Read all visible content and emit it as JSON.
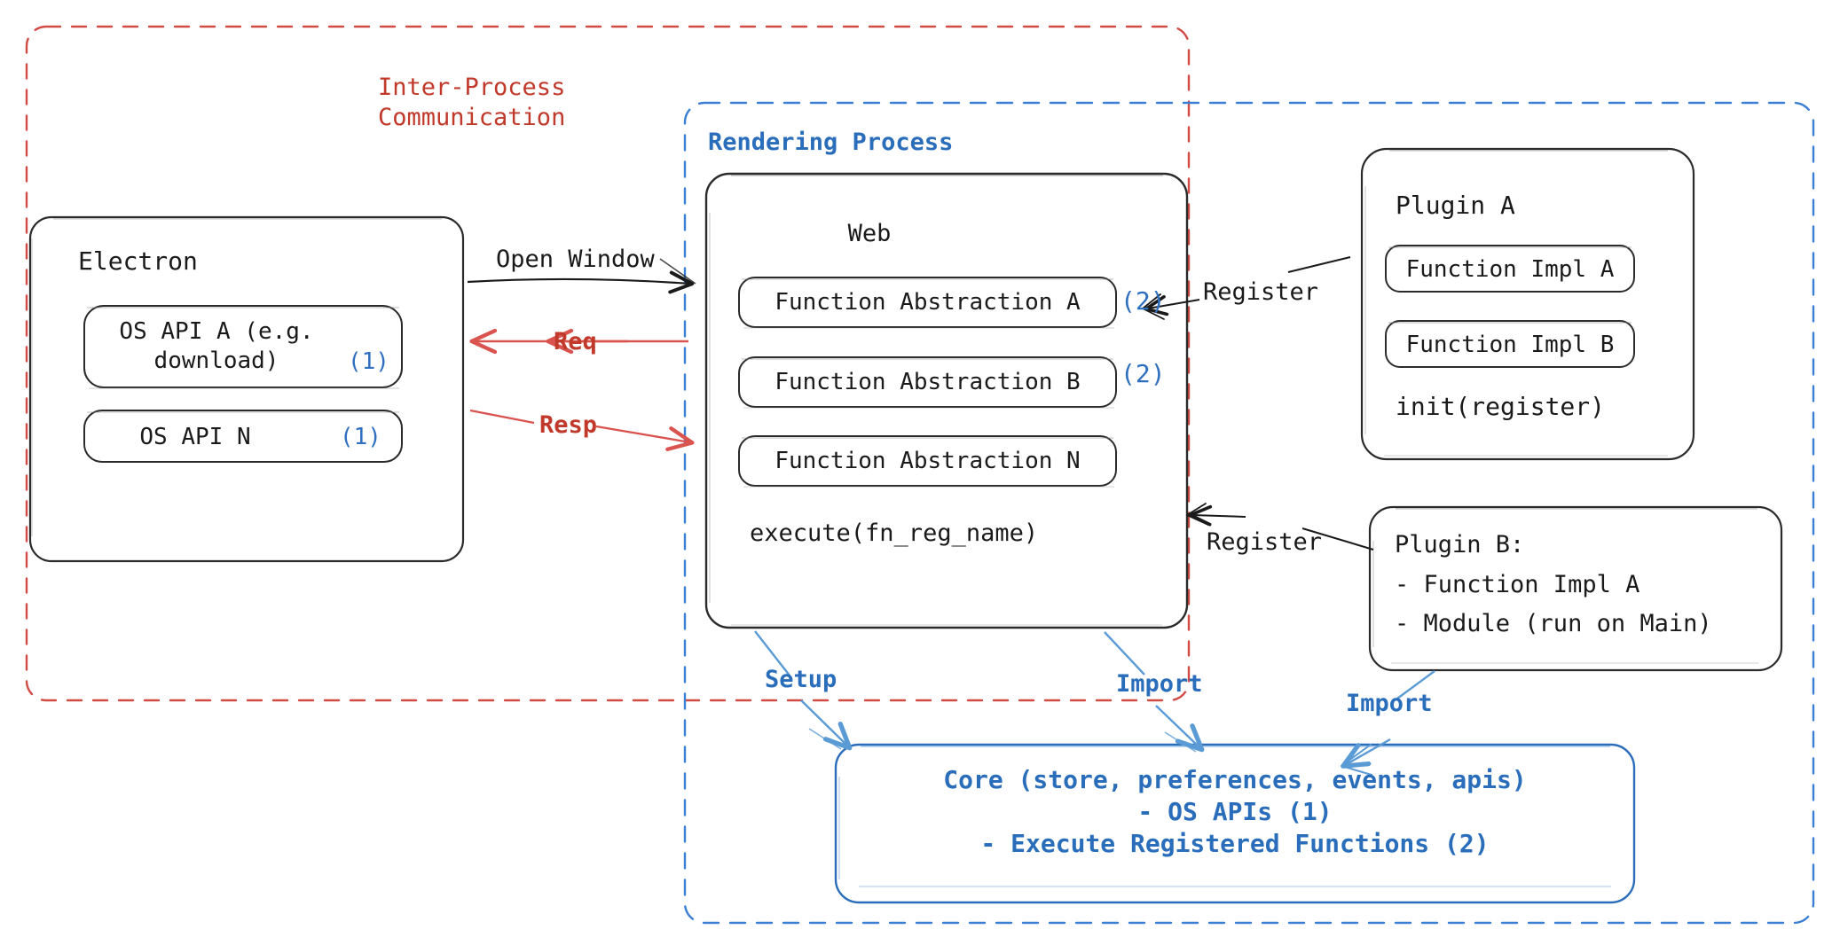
{
  "diagram": {
    "title_hidden": "",
    "regions": [
      {
        "id": "ipc",
        "label": "Inter-Process\nCommunication",
        "color": "#c0392b",
        "style": "dashed"
      },
      {
        "id": "rendering",
        "label": "Rendering Process",
        "color": "#2a6ebb",
        "style": "dashed"
      }
    ],
    "nodes": {
      "electron": {
        "title": "Electron",
        "children": [
          {
            "text": "OS API A (e.g.\ndownload)",
            "badge": "(1)"
          },
          {
            "text": "OS API N",
            "badge": "(1)"
          }
        ]
      },
      "web": {
        "title": "Web",
        "children": [
          {
            "text": "Function Abstraction A",
            "badge": "(2)"
          },
          {
            "text": "Function Abstraction B",
            "badge": "(2)"
          },
          {
            "text": "Function Abstraction N",
            "badge": ""
          }
        ],
        "footer": "execute(fn_reg_name)"
      },
      "plugin_a": {
        "title": "Plugin A",
        "children": [
          {
            "text": "Function Impl A"
          },
          {
            "text": "Function Impl B"
          }
        ],
        "footer": "init(register)"
      },
      "plugin_b": {
        "lines": [
          "Plugin B:",
          "- Function Impl A",
          "- Module (run on Main)"
        ]
      },
      "core": {
        "lines": [
          "Core (store, preferences, events, apis)",
          "- OS APIs (1)",
          "- Execute Registered Functions (2)"
        ],
        "color": "#2a6ebb"
      }
    },
    "edges": [
      {
        "id": "open-window",
        "label": "Open Window",
        "color": "#1a1a1a"
      },
      {
        "id": "req",
        "label": "Req",
        "color": "#d9534f"
      },
      {
        "id": "resp",
        "label": "Resp",
        "color": "#d9534f"
      },
      {
        "id": "register-a",
        "label": "Register",
        "color": "#1a1a1a"
      },
      {
        "id": "register-b",
        "label": "Register",
        "color": "#1a1a1a"
      },
      {
        "id": "setup",
        "label": "Setup",
        "color": "#2a6ebb"
      },
      {
        "id": "import-web",
        "label": "Import",
        "color": "#2a6ebb"
      },
      {
        "id": "import-plugin",
        "label": "Import",
        "color": "#2a6ebb"
      }
    ],
    "colors": {
      "red": "#c0392b",
      "red_arrow": "#d9534f",
      "blue": "#2a6ebb",
      "blue_light": "#5b9bd5",
      "black": "#1a1a1a",
      "background": "#ffffff"
    }
  }
}
